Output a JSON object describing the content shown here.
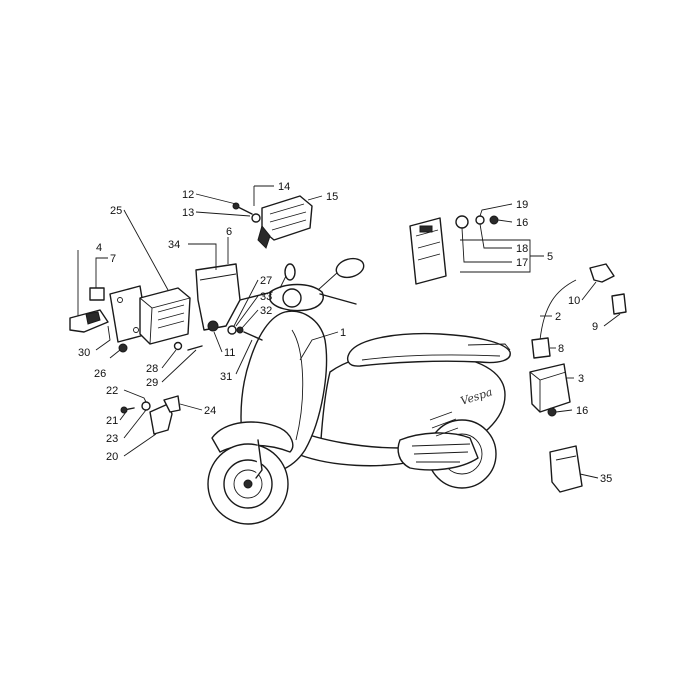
{
  "diagram": {
    "brand_script": "Vespa",
    "callouts": [
      {
        "id": "c1",
        "text": "1"
      },
      {
        "id": "c2",
        "text": "2"
      },
      {
        "id": "c3",
        "text": "3"
      },
      {
        "id": "c4",
        "text": "4"
      },
      {
        "id": "c5",
        "text": "5"
      },
      {
        "id": "c6",
        "text": "6"
      },
      {
        "id": "c7",
        "text": "7"
      },
      {
        "id": "c8",
        "text": "8"
      },
      {
        "id": "c9",
        "text": "9"
      },
      {
        "id": "c10",
        "text": "10"
      },
      {
        "id": "c11",
        "text": "11"
      },
      {
        "id": "c12",
        "text": "12"
      },
      {
        "id": "c13",
        "text": "13"
      },
      {
        "id": "c14",
        "text": "14"
      },
      {
        "id": "c15",
        "text": "15"
      },
      {
        "id": "c16a",
        "text": "16"
      },
      {
        "id": "c16b",
        "text": "16"
      },
      {
        "id": "c17",
        "text": "17"
      },
      {
        "id": "c18",
        "text": "18"
      },
      {
        "id": "c19",
        "text": "19"
      },
      {
        "id": "c20",
        "text": "20"
      },
      {
        "id": "c21",
        "text": "21"
      },
      {
        "id": "c22",
        "text": "22"
      },
      {
        "id": "c23",
        "text": "23"
      },
      {
        "id": "c24",
        "text": "24"
      },
      {
        "id": "c25",
        "text": "25"
      },
      {
        "id": "c26",
        "text": "26"
      },
      {
        "id": "c27",
        "text": "27"
      },
      {
        "id": "c28",
        "text": "28"
      },
      {
        "id": "c29",
        "text": "29"
      },
      {
        "id": "c30",
        "text": "30"
      },
      {
        "id": "c31",
        "text": "31"
      },
      {
        "id": "c32",
        "text": "32"
      },
      {
        "id": "c33",
        "text": "33"
      },
      {
        "id": "c34",
        "text": "34"
      },
      {
        "id": "c35",
        "text": "35"
      }
    ]
  }
}
